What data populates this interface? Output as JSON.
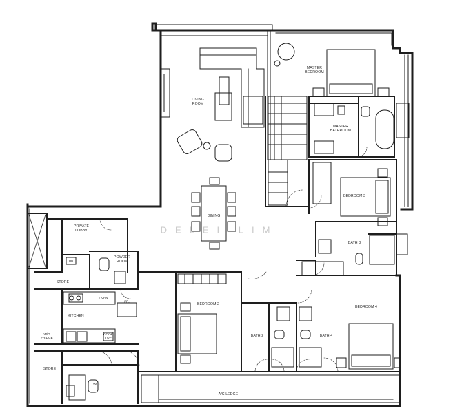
{
  "rooms": {
    "living_room": "LIVING\nROOM",
    "master_bedroom": "MASTER\nBEDROOM",
    "master_bathroom": "MASTER\nBATHROOM",
    "dining": "DINING",
    "bedroom_3": "BEDROOM 3",
    "private_lobby": "PRIVATE\nLOBBY",
    "bath_3": "BATH 3",
    "powder_room": "POWDER\nROOM",
    "store_upper": "STORE",
    "kitchen": "KITCHEN",
    "bedroom_2": "BEDROOM 2",
    "bedroom_4": "BEDROOM 4",
    "bath_2": "BATH 2",
    "bath_4": "BATH 4",
    "store_lower": "STORE",
    "wc": "W.C.",
    "ac_ledge": "A/C LEDGE"
  },
  "tags": {
    "db": "DB",
    "washer_dryer": "W/D\nFRIDGE",
    "cooker": "COOK\nTOP",
    "fridge": "FR.",
    "oven": "OVEN"
  },
  "watermark": "DELEI LIM"
}
